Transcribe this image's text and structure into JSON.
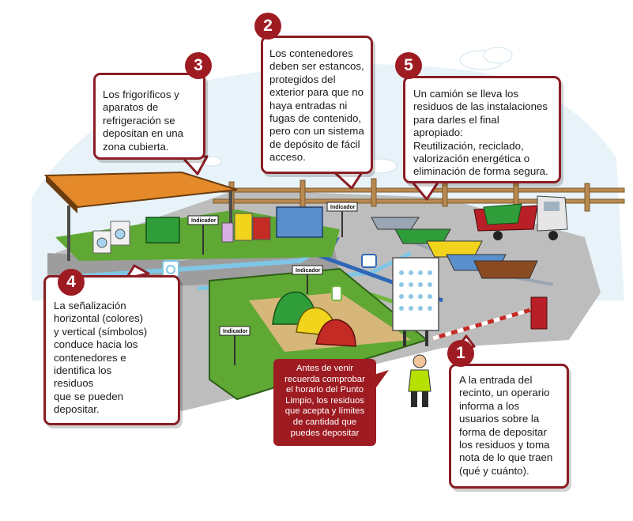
{
  "callouts": {
    "c1": {
      "number": "1",
      "text": "A la entrada del\nrecinto, un operario\ninforma a los\nusuarios sobre la\nforma de depositar\nlos residuos y toma\nnota de lo que traen\n(qué y cuánto)."
    },
    "c2": {
      "number": "2",
      "text": "Los contenedores\ndeben ser estancos,\nprotegidos del\nexterior para que no\nhaya entradas ni\nfugas de contenido,\npero con un sistema\nde depósito de fácil\nacceso."
    },
    "c3": {
      "number": "3",
      "text": "Los frigoríficos y\naparatos de\nrefrigeración se\ndepositan en una\nzona cubierta."
    },
    "c4": {
      "number": "4",
      "text": "La señalización\nhorizontal (colores)\ny vertical (símbolos)\nconduce hacia los\ncontenedores e\nidentifica los\nresiduos\nque se pueden\ndepositar."
    },
    "c5": {
      "number": "5",
      "text": "Un camión se lleva los\nresiduos de las instalaciones\npara darles el final\napropiado:\nReutilización, reciclado,\nvalorización energética o\neliminación de forma segura."
    }
  },
  "reminder": {
    "text": "Antes de venir\nrecuerda comprobar\nel horario del Punto\nLimpio, los residuos\nque acepta y límites\nde cantidad que\npuedes depositar"
  },
  "signs": {
    "indicador": "Indicador"
  },
  "colors": {
    "accent": "#9e1b22",
    "grass": "#5fa834",
    "path_blue": "#7fc6e6",
    "roof": "#e48a2a",
    "container_green": "#2f9e3a",
    "container_yellow": "#f2d41d",
    "container_blue": "#5b8fcb",
    "container_red": "#c42b25",
    "container_brown": "#8a4a22"
  }
}
